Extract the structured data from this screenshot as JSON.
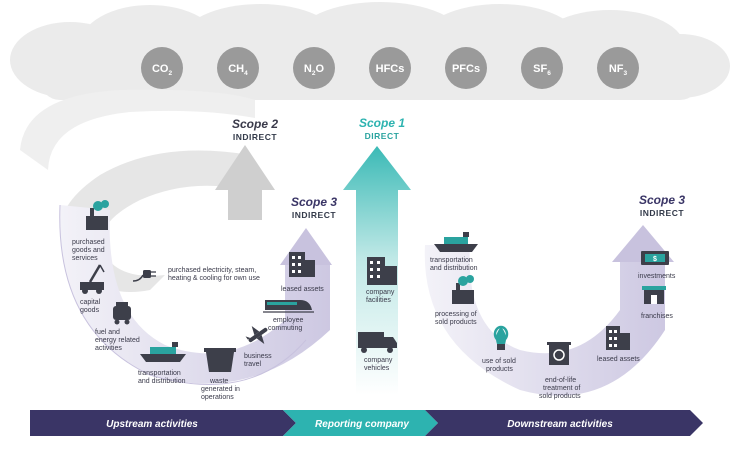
{
  "gases": [
    {
      "formula": "CO",
      "sub": "2"
    },
    {
      "formula": "CH",
      "sub": "4"
    },
    {
      "formula": "N",
      "sub": "2",
      "tail": "O"
    },
    {
      "formula": "HFCs",
      "sub": "",
      "tail": ""
    },
    {
      "formula": "PFCs",
      "sub": "",
      "tail": ""
    },
    {
      "formula": "SF",
      "sub": "6"
    },
    {
      "formula": "NF",
      "sub": "3"
    }
  ],
  "scope2": {
    "title": "Scope 2",
    "sub": "INDIRECT"
  },
  "scope1": {
    "title": "Scope 1",
    "sub": "DIRECT"
  },
  "scope3_up": {
    "title": "Scope 3",
    "sub": "INDIRECT"
  },
  "scope3_down": {
    "title": "Scope 3",
    "sub": "INDIRECT"
  },
  "upstream": {
    "purchased_goods": [
      "purchased",
      "goods and",
      "services"
    ],
    "capital_goods": [
      "capital",
      "goods"
    ],
    "fuel_energy": [
      "fuel and",
      "energy related",
      "activities"
    ],
    "transport": [
      "transportation",
      "and distribution"
    ],
    "waste": [
      "waste",
      "generated in",
      "operations"
    ],
    "business_travel": [
      "business",
      "travel"
    ],
    "employee_commuting": [
      "employee",
      "commuting"
    ],
    "leased_assets": [
      "leased assets"
    ]
  },
  "electricity": [
    "purchased electricity, steam,",
    "heating & cooling for own use"
  ],
  "company": {
    "facilities": [
      "company",
      "facilities"
    ],
    "vehicles": [
      "company",
      "vehicles"
    ]
  },
  "downstream": {
    "transport": [
      "transportation",
      "and distribution"
    ],
    "processing": [
      "processing of",
      "sold products"
    ],
    "use": [
      "use of sold",
      "products"
    ],
    "end_of_life": [
      "end-of-life",
      "treatment of",
      "sold products"
    ],
    "leased_assets": [
      "leased assets"
    ],
    "franchises": [
      "franchises"
    ],
    "investments": [
      "investments"
    ]
  },
  "bar": {
    "upstream": "Upstream activities",
    "reporting": "Reporting company",
    "downstream": "Downstream activities"
  },
  "colors": {
    "navy": "#3a3566",
    "teal": "#2db3b0",
    "gas_circle": "#9a9a9a",
    "cloud": "#e9e9e9",
    "gray_arc": "#dcdcdc",
    "lavender": "#d8d4ea",
    "icon": "#3d3f4a",
    "icon_accent": "#2aa39f"
  }
}
